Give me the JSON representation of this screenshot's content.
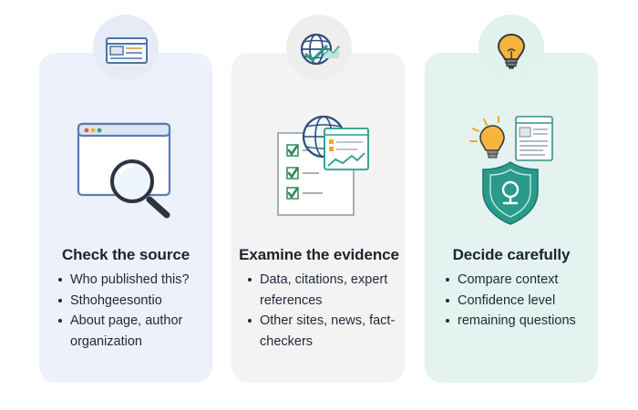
{
  "colors": {
    "card1_bg": "#ecf1fb",
    "card2_bg": "#f3f3f4",
    "card3_bg": "#e4f3ef",
    "accent_teal": "#2a9a8a",
    "accent_blue": "#4a74a8",
    "accent_amber": "#f5a623"
  },
  "steps": [
    {
      "title": "Check the source",
      "icon": "browser-window-icon",
      "illustration": "magnifier-over-browser",
      "bullets": [
        "Who published this?",
        "Sthohgeesontio",
        "About page, author organization"
      ]
    },
    {
      "title": "Examine the evidence",
      "icon": "globe-check-icon",
      "illustration": "checklist-globe-chart",
      "bullets": [
        "Data, citations, expert references",
        "Other sites, news, fact-checkers"
      ]
    },
    {
      "title": "Decide carefully",
      "icon": "lightbulb-icon",
      "illustration": "lightbulb-shield",
      "bullets": [
        "Compare context",
        "Confidence level",
        "remaining questions"
      ]
    }
  ]
}
